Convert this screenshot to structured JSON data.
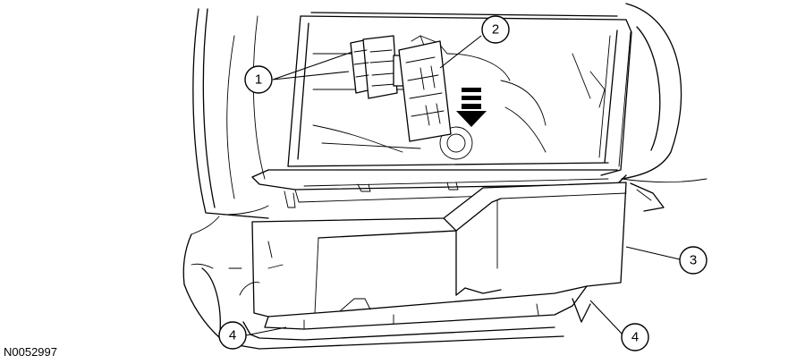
{
  "figure_id": "N0052997",
  "callouts": [
    {
      "id": "callout-1",
      "label": "1"
    },
    {
      "id": "callout-2",
      "label": "2"
    },
    {
      "id": "callout-3",
      "label": "3"
    },
    {
      "id": "callout-4a",
      "label": "4"
    },
    {
      "id": "callout-4b",
      "label": "4"
    }
  ]
}
